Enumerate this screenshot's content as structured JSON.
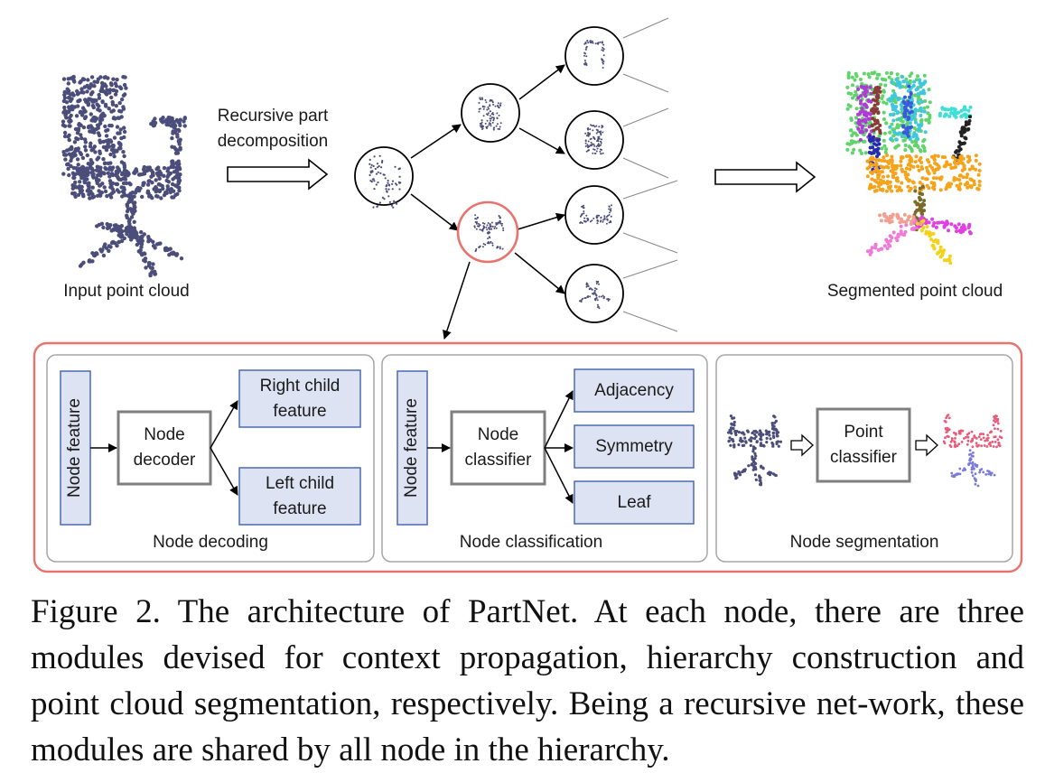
{
  "top": {
    "input_label": "Input point cloud",
    "arrow_label_line1": "Recursive part",
    "arrow_label_line2": "decomposition",
    "output_label": "Segmented point cloud"
  },
  "panels": {
    "decoding": {
      "title": "Node decoding",
      "input": "Node feature",
      "block_line1": "Node",
      "block_line2": "decoder",
      "right_line1": "Right child",
      "right_line2": "feature",
      "left_line1": "Left child",
      "left_line2": "feature"
    },
    "classification": {
      "title": "Node classification",
      "input": "Node feature",
      "block_line1": "Node",
      "block_line2": "classifier",
      "outputs": [
        "Adjacency",
        "Symmetry",
        "Leaf"
      ]
    },
    "segmentation": {
      "title": "Node segmentation",
      "block_line1": "Point",
      "block_line2": "classifier"
    }
  },
  "caption": "Figure 2. The architecture of PartNet. At each node, there are three modules devised for context propagation, hierarchy construction and point cloud segmentation, respectively. Being a recursive net-work, these modules are shared by all node in the hierarchy.",
  "colors": {
    "highlight": "#e8736e",
    "feature_fill": "#dde3f3",
    "feature_stroke": "#4a6ab0",
    "block_stroke": "#7f7f7f",
    "points": "#4b4d7a"
  }
}
